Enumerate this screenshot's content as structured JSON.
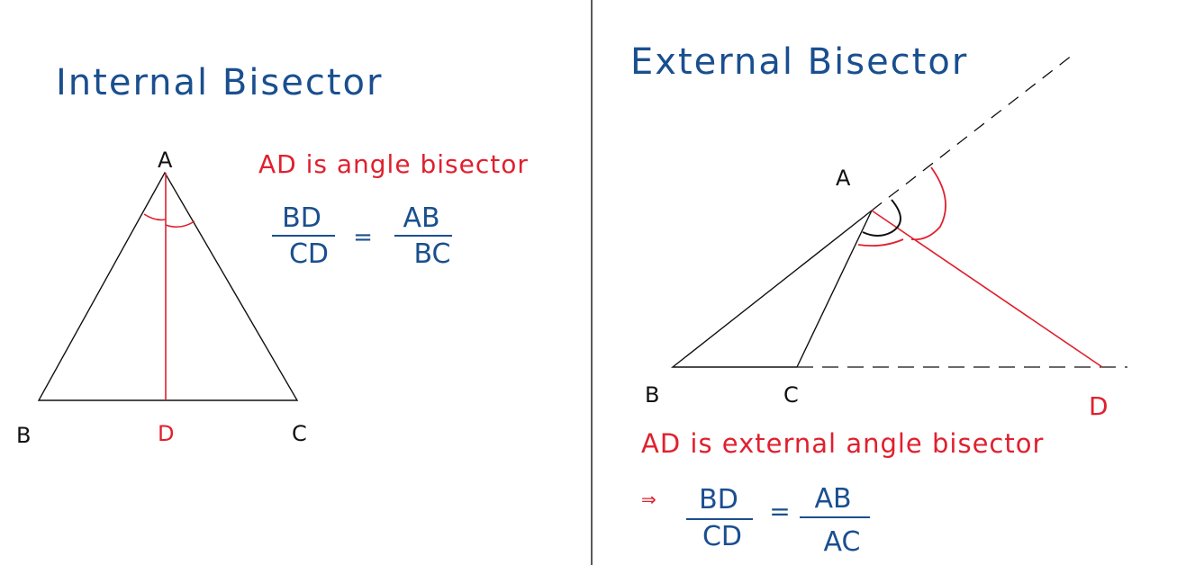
{
  "colors": {
    "ink_black": "#111111",
    "ink_blue": "#1a4f8f",
    "ink_red": "#e0202e",
    "divider": "#222222"
  },
  "left_panel": {
    "heading": "Internal Bisector",
    "vertex_a": "A",
    "vertex_b": "B",
    "vertex_c": "C",
    "point_d": "D",
    "note": "AD is angle bisector",
    "ratio_left_num": "BD",
    "ratio_left_den": "CD",
    "ratio_equals": "=",
    "ratio_right_num": "AB",
    "ratio_right_den": "BC"
  },
  "right_panel": {
    "heading": "External Bisector",
    "vertex_a": "A",
    "vertex_b": "B",
    "vertex_c": "C",
    "point_d": "D",
    "note": "AD is external angle bisector",
    "implies": "⇒",
    "ratio_left_num": "BD",
    "ratio_left_den": "CD",
    "ratio_equals": "=",
    "ratio_right_num": "AB",
    "ratio_right_den": "AC"
  }
}
